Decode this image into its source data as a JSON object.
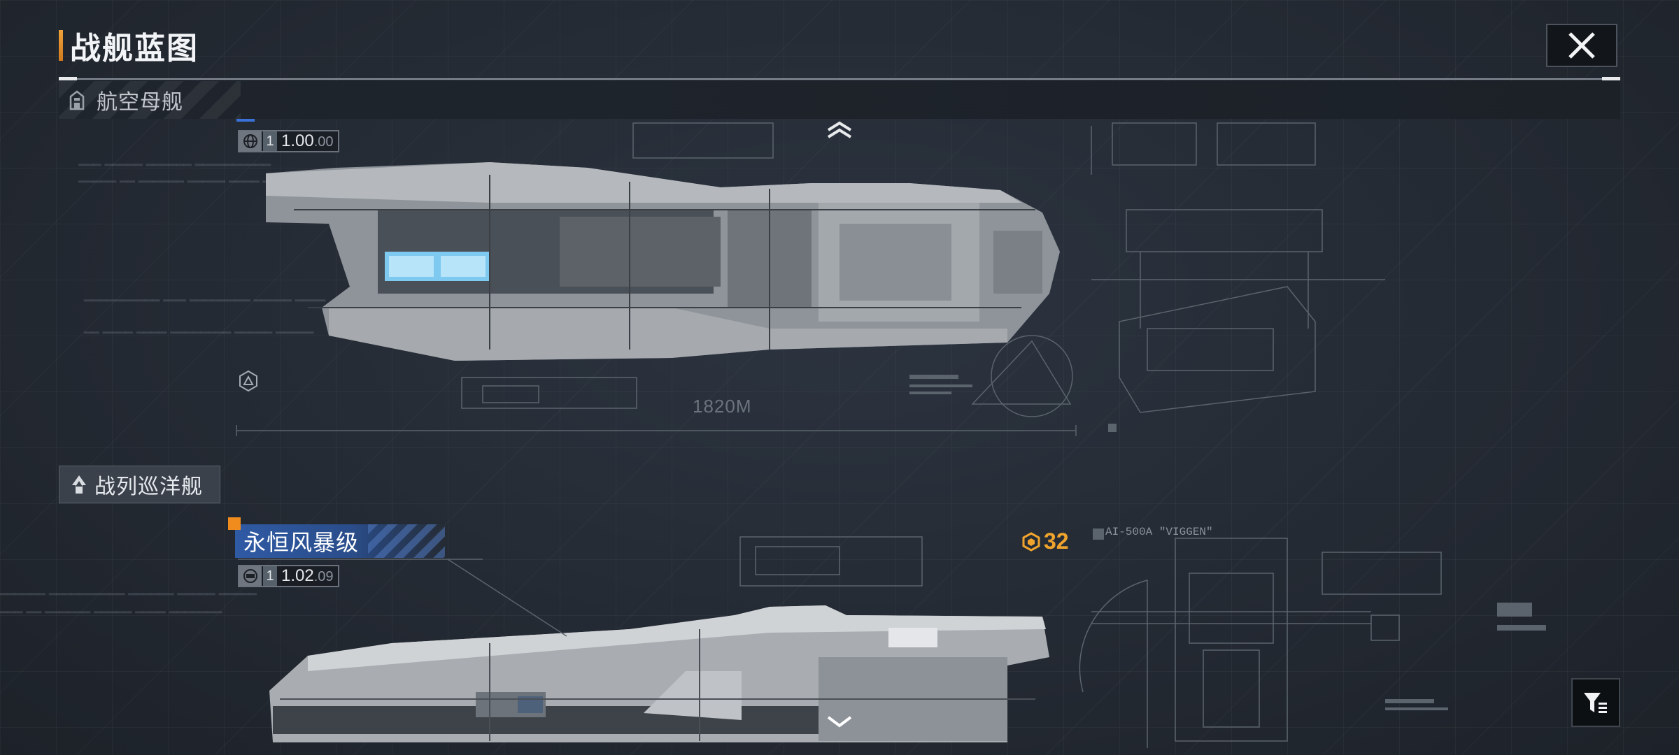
{
  "header": {
    "title": "战舰蓝图",
    "close_icon": "close-icon"
  },
  "categories": [
    {
      "label": "航空母舰",
      "icon": "carrier-icon"
    },
    {
      "label": "战列巡洋舰",
      "icon": "battlecruiser-icon"
    }
  ],
  "ships": [
    {
      "tier": "1",
      "version_major": "1.00",
      "version_minor": ".00",
      "scale_label": "1820M"
    },
    {
      "name": "永恒风暴级",
      "tier": "1",
      "version_major": "1.02",
      "version_minor": ".09",
      "cost": "32",
      "schematic_label": "AI-500A \"VIGGEN\""
    }
  ],
  "colors": {
    "accent_orange": "#f0a42d",
    "name_bar_blue": "#2f5aa4",
    "background": "#242a33"
  }
}
